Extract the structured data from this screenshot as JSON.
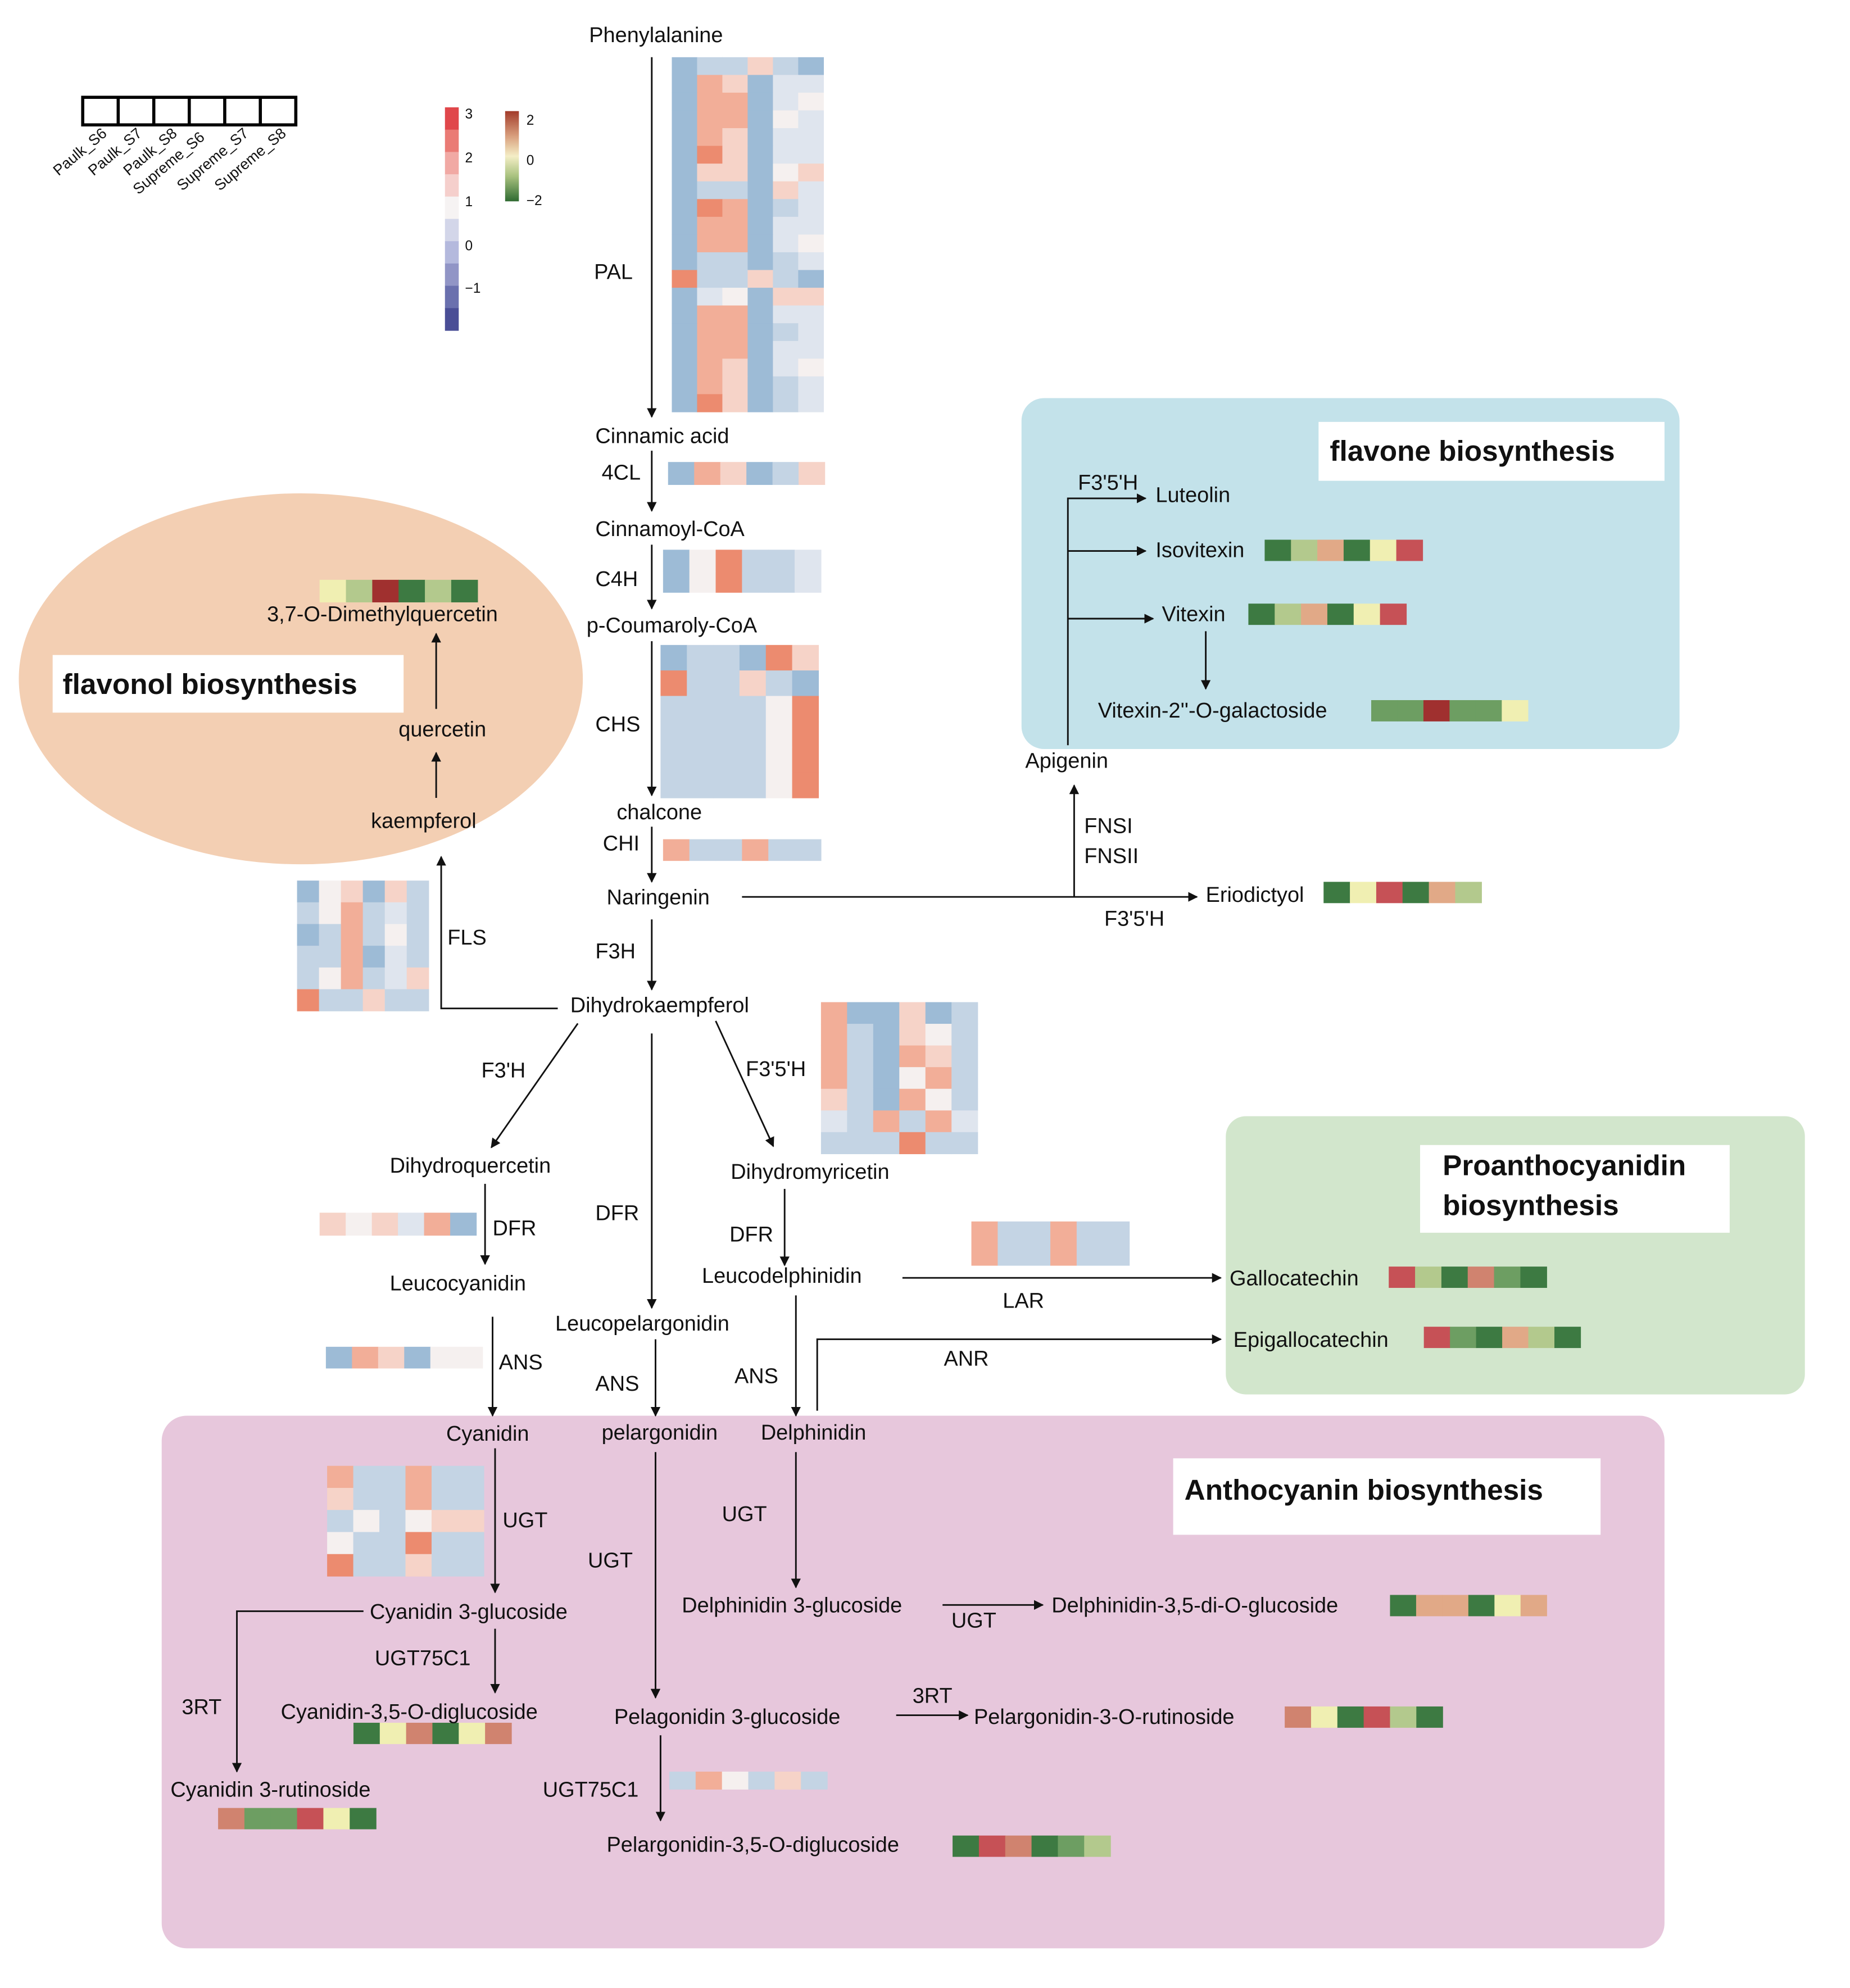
{
  "sample_legend": {
    "samples": [
      "Paulk_S6",
      "Paulk_S7",
      "Paulk_S8",
      "Supreme_S6",
      "Supreme_S7",
      "Supreme_S8"
    ]
  },
  "scales": {
    "gene": {
      "ticks": [
        "3",
        "2",
        "1",
        "0",
        "−1"
      ],
      "colors": [
        "#e0474b",
        "#ea7b75",
        "#f1a9a4",
        "#f5cfcc",
        "#f6f3f3",
        "#d3d6e9",
        "#b4b9dd",
        "#9195c6",
        "#6a70ae",
        "#4a4e96"
      ]
    },
    "metabolite": {
      "ticks": [
        "2",
        "0",
        "−2"
      ],
      "colors": [
        "#a23b2a",
        "#d9a07e",
        "#f4eec6",
        "#a9c27f",
        "#2f6b32"
      ]
    }
  },
  "palette": {
    "gene": {
      "R": "#ec8b6f",
      "r": "#f2ae98",
      "p": "#f6d3c8",
      "w": "#f5f0ef",
      "q": "#dfe5ee",
      "b": "#c4d4e4",
      "B": "#9dbbd6"
    },
    "metabolite": {
      "D": "#3d7a42",
      "G": "#6d9e62",
      "L": "#b3c98d",
      "Y": "#f0efb2",
      "O": "#e1a987",
      "S": "#d0836f",
      "R": "#c65156",
      "M": "#a0302f"
    }
  },
  "modules": {
    "flavonol": "flavonol biosynthesis",
    "flavone": "flavone biosynthesis",
    "proanthocyanidin_1": "Proanthocyanidin",
    "proanthocyanidin_2": "biosynthesis",
    "anthocyanin": "Anthocyanin biosynthesis"
  },
  "compounds": {
    "phenylalanine": "Phenylalanine",
    "cinnamic_acid": "Cinnamic acid",
    "cinnamoyl_coa": "Cinnamoyl-CoA",
    "p_coumaroyl_coa": "p-Coumaroly-CoA",
    "chalcone": "chalcone",
    "naringenin": "Naringenin",
    "dihydrokaempferol": "Dihydrokaempferol",
    "kaempferol": "kaempferol",
    "quercetin": "quercetin",
    "dimethylquercetin": "3,7-O-Dimethylquercetin",
    "apigenin": "Apigenin",
    "luteolin": "Luteolin",
    "isovitexin": "Isovitexin",
    "vitexin": "Vitexin",
    "vitexin_galactoside": "Vitexin-2''-O-galactoside",
    "eriodictyol": "Eriodictyol",
    "dihydroquercetin": "Dihydroquercetin",
    "dihydromyricetin": "Dihydromyricetin",
    "leucocyanidin": "Leucocyanidin",
    "leucopelargonidin": "Leucopelargonidin",
    "leucodelphinidin": "Leucodelphinidin",
    "gallocatechin": "Gallocatechin",
    "epigallocatechin": "Epigallocatechin",
    "cyanidin": "Cyanidin",
    "pelargonidin": "pelargonidin",
    "delphinidin": "Delphinidin",
    "cyanidin_3_glucoside": "Cyanidin 3-glucoside",
    "cyanidin_35_diglucoside": "Cyanidin-3,5-O-diglucoside",
    "cyanidin_3_rutinoside": "Cyanidin 3-rutinoside",
    "delphinidin_3_glucoside": "Delphinidin 3-glucoside",
    "delphinidin_35_diglucoside": "Delphinidin-3,5-di-O-glucoside",
    "pelargonidin_3_glucoside": "Pelagonidin 3-glucoside",
    "pelargonidin_3_rutinoside": "Pelargonidin-3-O-rutinoside",
    "pelargonidin_35_diglucoside": "Pelargonidin-3,5-O-diglucoside"
  },
  "enzymes": {
    "pal": "PAL",
    "c4l": "4CL",
    "c4h": "C4H",
    "chs": "CHS",
    "chi": "CHI",
    "f3h": "F3H",
    "fls": "FLS",
    "f3p5ph_flavone": "F3'5'H",
    "fns1": "FNSI",
    "fns2": "FNSII",
    "f3p5ph_erio": "F3'5'H",
    "f3ph": "F3'H",
    "f3p5ph": "F3'5'H",
    "dfr_left": "DFR",
    "dfr_mid": "DFR",
    "dfr_right": "DFR",
    "lar": "LAR",
    "anr": "ANR",
    "ans_left": "ANS",
    "ans_mid": "ANS",
    "ans_right": "ANS",
    "ugt_cy": "UGT",
    "ugt_pel": "UGT",
    "ugt_del": "UGT",
    "ugt_del2": "UGT",
    "ugt75c1_cy": "UGT75C1",
    "ugt75c1_pel": "UGT75C1",
    "rt3_cy": "3RT",
    "rt3_pel": "3RT"
  },
  "gene_heatmaps": {
    "pal": [
      "BbbpbB",
      "BrpBqq",
      "BrrBqw",
      "BrrBwq",
      "BrpBqq",
      "BRpBqq",
      "BppBwp",
      "BbbBpq",
      "BRrBbq",
      "BrrBqq",
      "BrrBqw",
      "BbbBbq",
      "RbbpbB",
      "BqwBpp",
      "BrrBqq",
      "BrrBbq",
      "BrrBqq",
      "BrpBqw",
      "BrpBbq",
      "BRpBbq"
    ],
    "c4l": [
      "BrpBbp"
    ],
    "c4h": [
      "BwRbbq",
      "BwRbbq"
    ],
    "chs": [
      "BbbBRp",
      "RbbpbB",
      "bbbbwR",
      "bbbbwR",
      "bbbbwR",
      "bbbbwR"
    ],
    "chi": [
      "rbbrbb"
    ],
    "fls": [
      "BwpBpb",
      "bwrbqb",
      "Bbrbwb",
      "bbrBqb",
      "bwrbqp",
      "Rbbpbb"
    ],
    "f3p5ph": [
      "rBBpBb",
      "rbBpwb",
      "rbBrpb",
      "rbBwrb",
      "pbBrwb",
      "qbrbrq",
      "bbbRbb"
    ],
    "dfr_dhq": [
      "pwpqrB"
    ],
    "lar": [
      "rbbrbb",
      "rbbrbb"
    ],
    "ans": [
      "BrpBww"
    ],
    "ugt_cy": [
      "rbbrbb",
      "pbbrbb",
      "bwbwpp",
      "wbbRbb",
      "Rbbpbb"
    ],
    "ugt75c1_pel": [
      "brwbpb"
    ]
  },
  "metabolite_heatmaps": {
    "dimethylquercetin": "YLMDLD",
    "isovitexin": "DLODYR",
    "vitexin": "DLODYR",
    "vitexin_galactoside": "GGMGGY",
    "eriodictyol": "DYRDOL",
    "gallocatechin": "RLDSGD",
    "epigallocatechin": "RGDOLD",
    "cyanidin_35_diglucoside": "DYSDYS",
    "cyanidin_3_rutinoside": "SGGRYD",
    "delphinidin_35_diglucoside": "DOODYO",
    "pelargonidin_3_rutinoside": "SYDRLD",
    "pelargonidin_35_diglucoside": "DRSDGL"
  }
}
